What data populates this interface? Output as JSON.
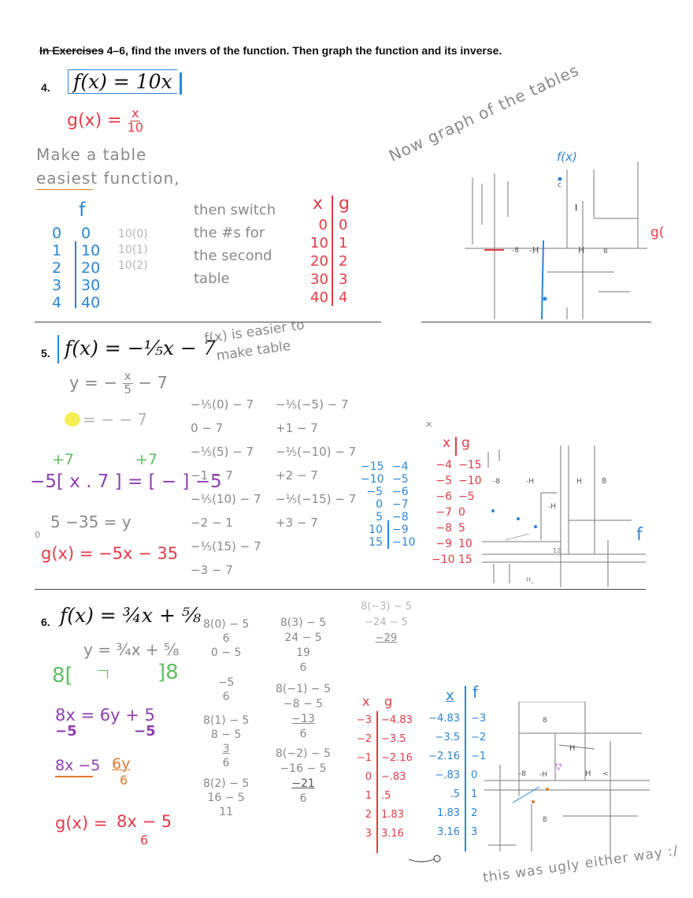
{
  "header": {
    "struck": "In Exercises",
    "rest": " 4–6, find the ınvers   of the function. Then graph the function and its inverse."
  },
  "ex4": {
    "number": "4.",
    "equation": "f(x) = 10x",
    "inverse_lhs": "g(x) =",
    "inverse_num": "x",
    "inverse_den": "10",
    "note1": "Make a table",
    "note2": "easiest function,",
    "table_label": "f",
    "table_x": [
      "0",
      "1",
      "2",
      "3",
      "4"
    ],
    "table_y": [
      "0",
      "10",
      "20",
      "30",
      "40"
    ],
    "calc": [
      "10(0)",
      "10(1)",
      "10(2)"
    ],
    "switch_note": [
      "then switch",
      "the #s for",
      "the second",
      "table"
    ],
    "inv_header_x": "x",
    "inv_header_y": "g",
    "inv_x": [
      "0",
      "10",
      "20",
      "30",
      "40"
    ],
    "inv_y": [
      "0",
      "1",
      "2",
      "3",
      "4"
    ],
    "graph_note": "Now graph of the tables",
    "graph_f_label": "f(x)",
    "graph_g_label": "g("
  },
  "ex5": {
    "number": "5.",
    "equation": "f(x) = −⅕x − 7",
    "y_line": "y = −",
    "y_frac_num": "x",
    "y_frac_den": "5",
    "y_line_end": "− 7",
    "faded_line": "= −      − 7",
    "plus7_left": "+7",
    "plus7_right": "+7",
    "bracket_eq": "−5[ x . 7 ] = [ − ] −5",
    "step5": "5  −35 = y",
    "step_zero": "0",
    "answer": "g(x) = −5x − 35",
    "easier_note": [
      "f(x) is easier to",
      "make table"
    ],
    "calcs_left": [
      "−⅕(0) − 7",
      "0 − 7",
      "−⅕(5) − 7",
      "−1 − 7",
      "−⅕(10) − 7",
      "−2 − 1",
      "−⅕(15) − 7",
      "−3 − 7"
    ],
    "calcs_right": [
      "−⅕(−5) − 7",
      "+1 − 7",
      "−⅕(−10) − 7",
      "+2 − 7",
      "−⅕(−15) − 7",
      "+3 − 7"
    ],
    "f_table_x": [
      "−15",
      "−10",
      "−5",
      "0",
      "5",
      "10",
      "15"
    ],
    "f_table_y": [
      "−4",
      "−5",
      "−6",
      "−7",
      "−8",
      "−9",
      "−10"
    ],
    "g_header_x": "x",
    "g_header_y": "g",
    "g_table_x": [
      "−4",
      "−5",
      "−6",
      "−7",
      "−8",
      "−9",
      "−10"
    ],
    "g_table_y": [
      "−15",
      "−10",
      "−5",
      "0",
      "5",
      "10",
      "15"
    ],
    "graph_f_label": "f"
  },
  "ex6": {
    "number": "6.",
    "equation": "f(x) = ¾x + ⅝",
    "y_line": "y = ¾x + ⅝",
    "bracket_left": "8[",
    "bracket_right": "]8",
    "step1": "8x = 6y + 5",
    "step1_sub_left": "−5",
    "step1_sub_right": "−5",
    "step2": "8x −5",
    "step2_rhs": "6y",
    "step2_den": "6",
    "answer_lhs": "g(x) =",
    "answer_num": "8x − 5",
    "answer_den": "6",
    "calcs_a": [
      "8(0) − 5",
      "6",
      "0 − 5",
      "−5",
      "6",
      "8(1) − 5",
      "8 − 5",
      "3",
      "6",
      "8(2) − 5",
      "16 − 5",
      "11"
    ],
    "calcs_b": [
      "8(3) − 5",
      "24 − 5",
      "19",
      "6",
      "8(−1) − 5",
      "−8 − 5",
      "−13",
      "6",
      "8(−2) − 5",
      "−16 − 5",
      "−21",
      "6"
    ],
    "calcs_c": [
      "8(−3) − 5",
      "−24 − 5",
      "−29"
    ],
    "g_header_x": "x",
    "g_header_y": "g",
    "g_table_x": [
      "−3",
      "−2",
      "−1",
      "0",
      "1",
      "2",
      "3"
    ],
    "g_table_y": [
      "−4.83",
      "−3.5",
      "−2.16",
      "−.83",
      ".5",
      "1.83",
      "3.16"
    ],
    "f_header_x": "x",
    "f_header_y": "f",
    "f_table_x": [
      "−4.83",
      "−3.5",
      "−2.16",
      "−.83",
      ".5",
      "1.83",
      "3.16"
    ],
    "f_table_y": [
      "−3",
      "−2",
      "−1",
      "0",
      "1",
      "2",
      "3"
    ],
    "footer_note": "this was ugly either way :/"
  },
  "colors": {
    "red": "#e53b46",
    "blue": "#2b86d6",
    "gray": "#8a8a8a",
    "green": "#5fbf63",
    "purple": "#8d3fb0",
    "orange": "#e07a2a"
  }
}
